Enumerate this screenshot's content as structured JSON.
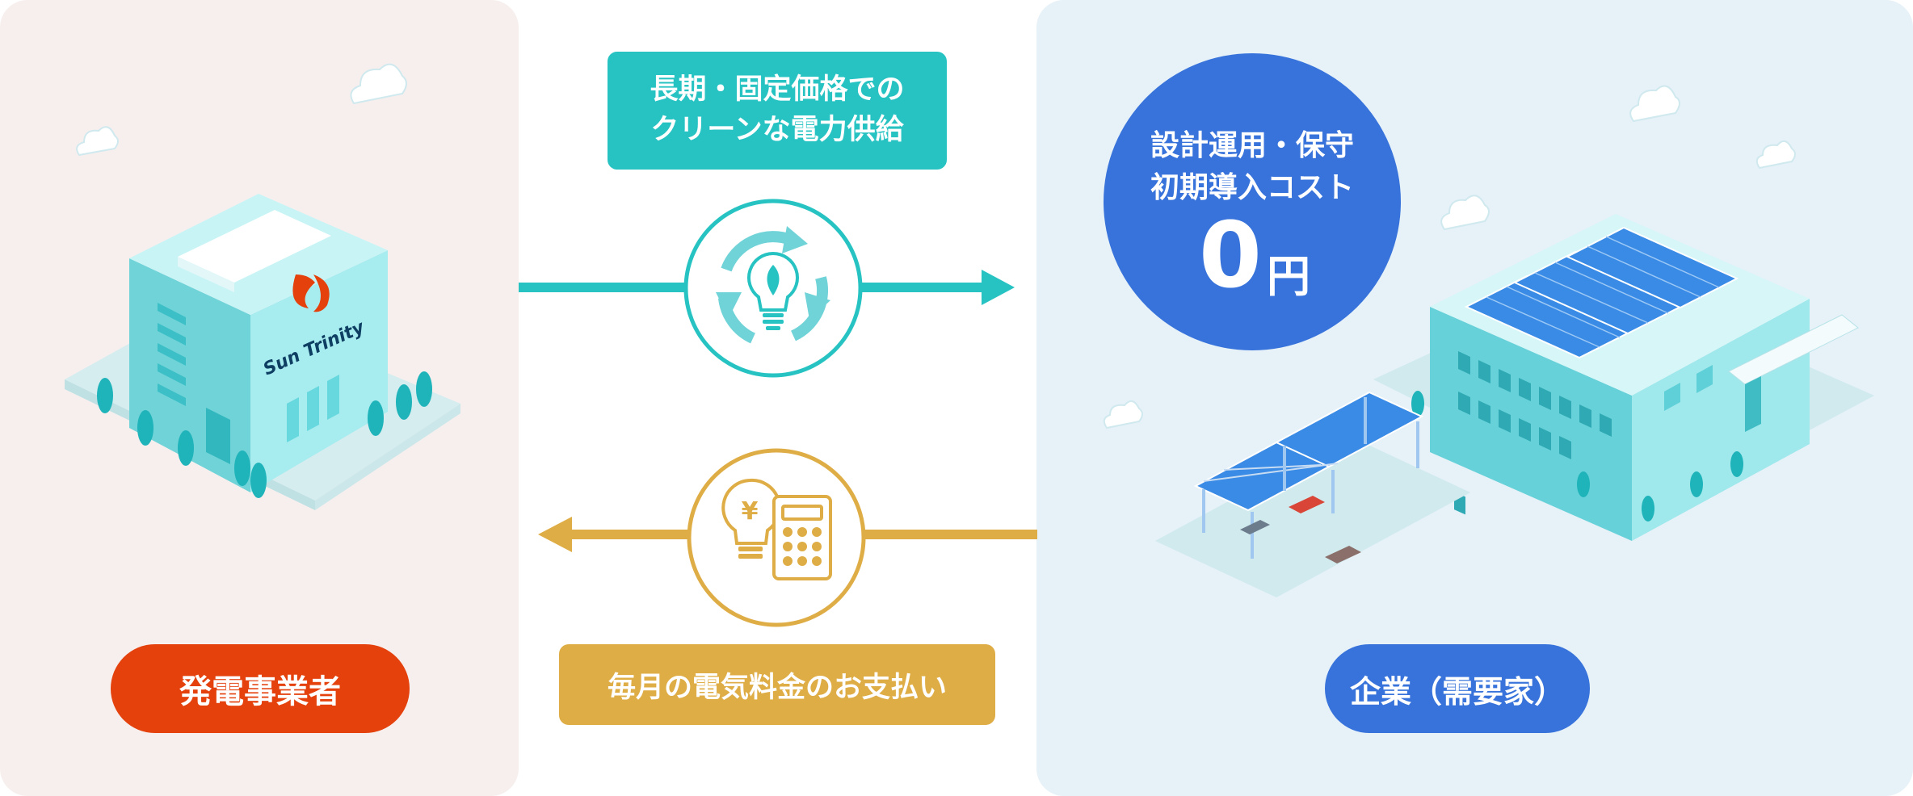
{
  "left_panel": {
    "label": "発電事業者",
    "building_logo_text": "Sun Trinity"
  },
  "right_panel": {
    "label": "企業（需要家）",
    "cost_badge": {
      "line1": "設計運用・保守",
      "line2": "初期導入コスト",
      "amount": "0",
      "unit": "円"
    }
  },
  "flow_top": {
    "line1": "長期・固定価格での",
    "line2": "クリーンな電力供給",
    "icon": "eco-lightbulb-recycle-icon"
  },
  "flow_bottom": {
    "label": "毎月の電気料金のお支払い",
    "icon": "yen-bulb-calculator-icon"
  },
  "colors": {
    "teal": "#27c3c3",
    "gold": "#dfad46",
    "red": "#e4410d",
    "blue": "#3773db"
  }
}
